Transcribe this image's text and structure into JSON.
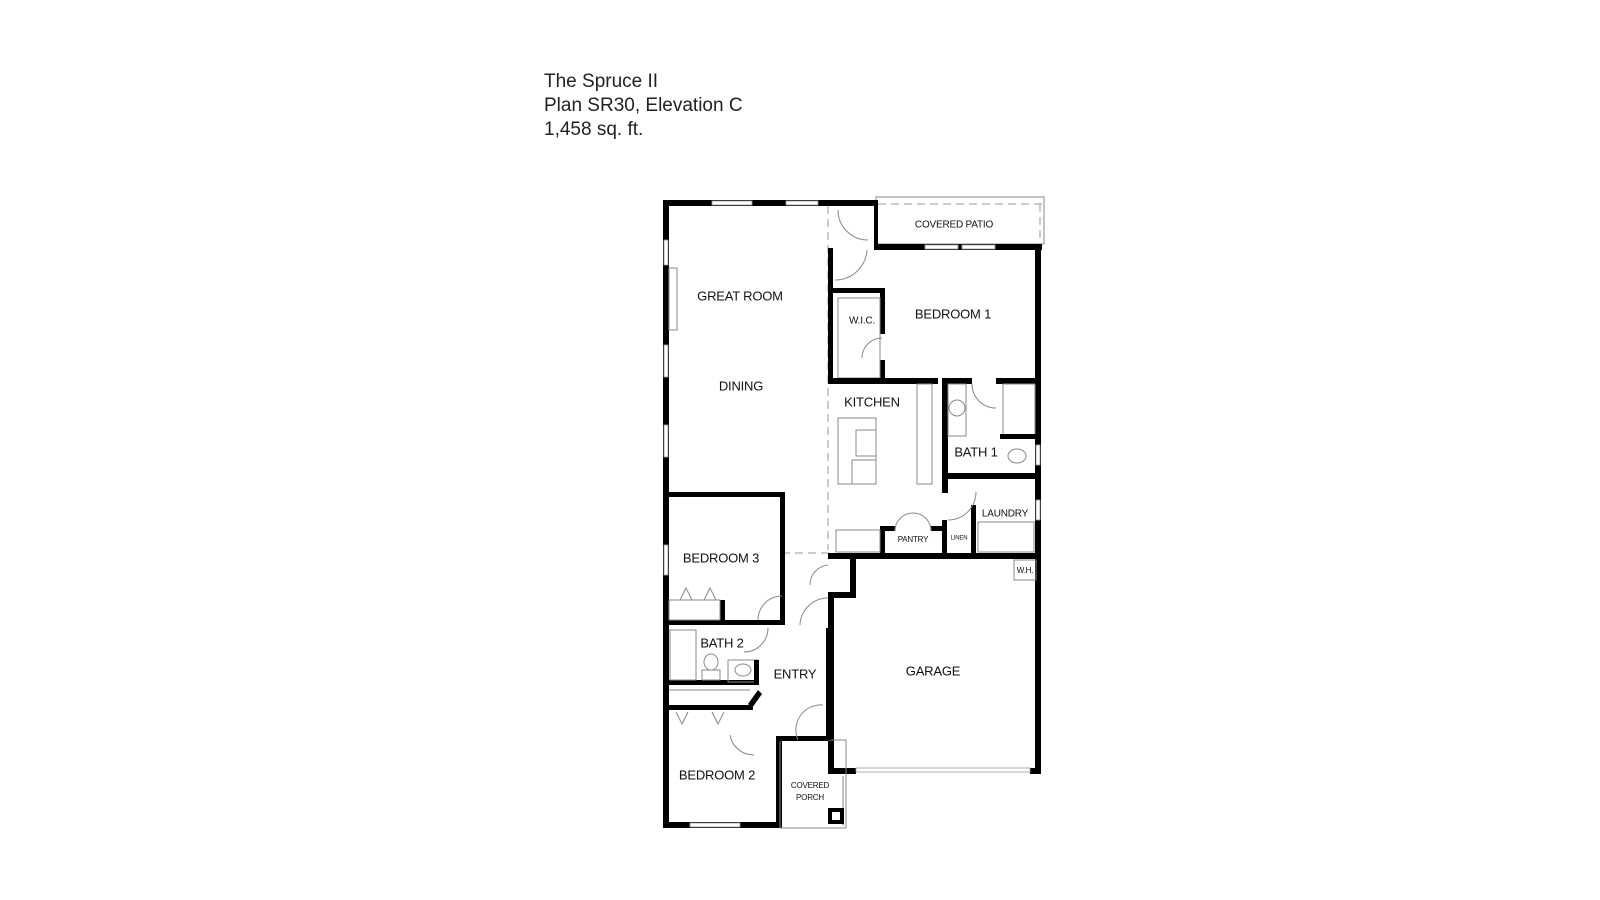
{
  "header": {
    "name": "The Spruce II",
    "plan": "Plan SR30, Elevation C",
    "area": "1,458 sq. ft."
  },
  "rooms": {
    "covered_patio": "COVERED PATIO",
    "great_room": "GREAT ROOM",
    "bedroom_1": "BEDROOM 1",
    "wic": "W.I.C.",
    "dining": "DINING",
    "kitchen": "KITCHEN",
    "bath_1": "BATH 1",
    "laundry": "LAUNDRY",
    "pantry": "PANTRY",
    "linen": "LINEN",
    "bedroom_3": "BEDROOM 3",
    "wh": "W.H.",
    "bath_2": "BATH 2",
    "entry": "ENTRY",
    "garage": "GARAGE",
    "bedroom_2": "BEDROOM 2",
    "covered_porch_line1": "COVERED",
    "covered_porch_line2": "PORCH"
  },
  "colors": {
    "wall": "#000000",
    "fixture": "#888888",
    "background": "#ffffff"
  }
}
